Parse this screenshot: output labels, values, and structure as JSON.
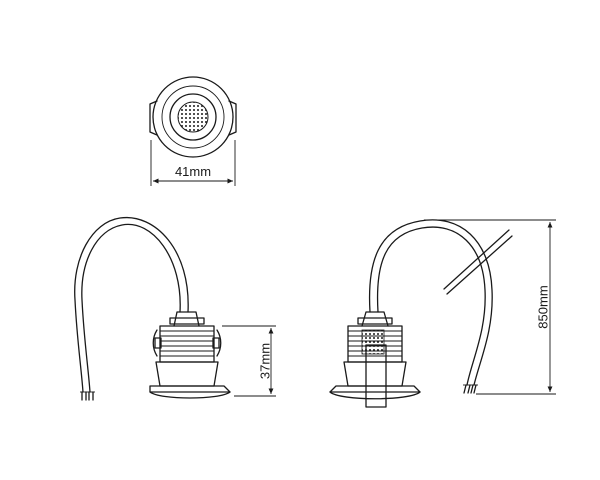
{
  "dimensions": {
    "diameter_label": "41mm",
    "height_label": "37mm",
    "cable_length_label": "850mm"
  },
  "colors": {
    "line": "#1a1a1a",
    "background": "#ffffff"
  }
}
